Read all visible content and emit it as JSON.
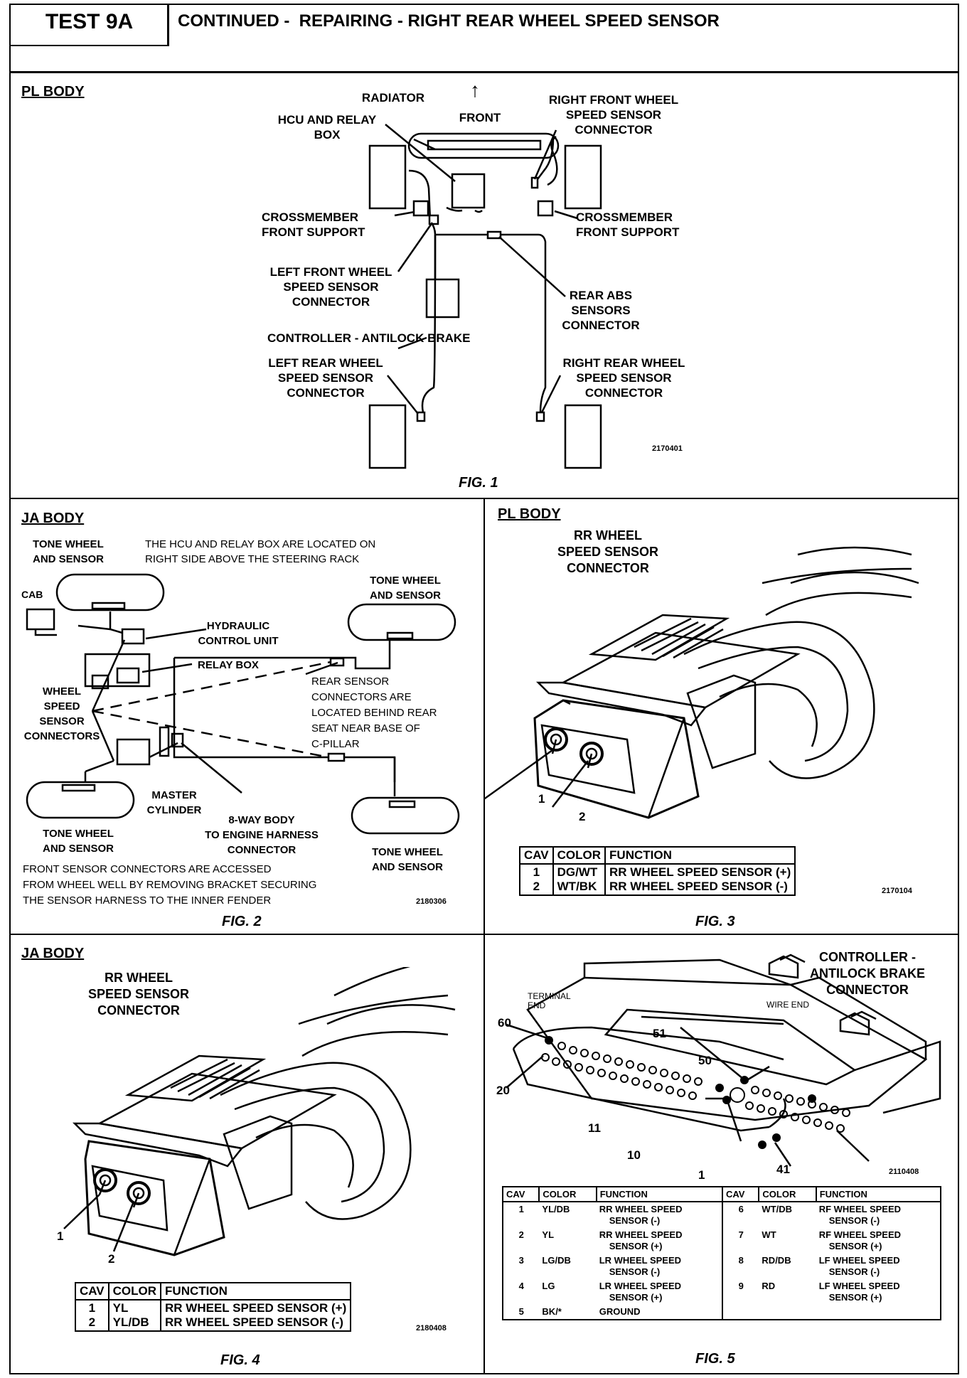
{
  "header": {
    "test_id": "TEST 9A",
    "title": "CONTINUED -  REPAIRING - RIGHT REAR WHEEL SPEED SENSOR"
  },
  "fig1": {
    "section": "PL BODY",
    "caption": "FIG. 1",
    "image_id": "2170401",
    "labels": {
      "radiator": "RADIATOR",
      "front": "FRONT",
      "front_arrow": "↑",
      "hcu": [
        "HCU AND RELAY",
        "BOX"
      ],
      "rf_sensor": [
        "RIGHT FRONT WHEEL",
        "SPEED SENSOR",
        "CONNECTOR"
      ],
      "cross_left": [
        "CROSSMEMBER",
        "FRONT SUPPORT"
      ],
      "cross_right": [
        "CROSSMEMBER",
        "FRONT SUPPORT"
      ],
      "lf_sensor": [
        "LEFT FRONT WHEEL",
        "SPEED SENSOR",
        "CONNECTOR"
      ],
      "rear_abs": [
        "REAR ABS",
        "SENSORS",
        "CONNECTOR"
      ],
      "controller": "CONTROLLER - ANTILOCK BRAKE",
      "lr_sensor": [
        "LEFT REAR WHEEL",
        "SPEED SENSOR",
        "CONNECTOR"
      ],
      "rr_sensor": [
        "RIGHT REAR WHEEL",
        "SPEED SENSOR",
        "CONNECTOR"
      ]
    }
  },
  "fig2": {
    "section": "JA BODY",
    "caption": "FIG. 2",
    "image_id": "2180306",
    "labels": {
      "tone_tl": [
        "TONE WHEEL",
        "AND SENSOR"
      ],
      "note_top": [
        "THE HCU AND RELAY BOX ARE LOCATED ON",
        "RIGHT SIDE ABOVE THE STEERING RACK"
      ],
      "tone_tr": [
        "TONE WHEEL",
        "AND SENSOR"
      ],
      "cab": "CAB",
      "hcu": [
        "HYDRAULIC",
        "CONTROL UNIT"
      ],
      "relay": "RELAY BOX",
      "wheel_speed": [
        "WHEEL",
        "SPEED",
        "SENSOR",
        "CONNECTORS"
      ],
      "rear_note": [
        "REAR SENSOR",
        "CONNECTORS ARE",
        "LOCATED BEHIND REAR",
        "SEAT NEAR BASE OF",
        "C-PILLAR"
      ],
      "master": [
        "MASTER",
        "CYLINDER"
      ],
      "eight_way": [
        "8-WAY BODY",
        "TO ENGINE HARNESS",
        "CONNECTOR"
      ],
      "tone_bl": [
        "TONE WHEEL",
        "AND SENSOR"
      ],
      "tone_br": [
        "TONE WHEEL",
        "AND SENSOR"
      ],
      "note_bottom": [
        "FRONT SENSOR CONNECTORS ARE ACCESSED",
        "FROM WHEEL WELL BY REMOVING BRACKET SECURING",
        "THE SENSOR HARNESS TO THE INNER FENDER"
      ]
    }
  },
  "fig3": {
    "section": "PL BODY",
    "caption": "FIG. 3",
    "image_id": "2170104",
    "title": [
      "RR WHEEL",
      "SPEED SENSOR",
      "CONNECTOR"
    ],
    "pin1": "1",
    "pin2": "2",
    "table": {
      "headers": [
        "CAV",
        "COLOR",
        "FUNCTION"
      ],
      "rows": [
        [
          "1",
          "DG/WT",
          "RR WHEEL SPEED SENSOR (+)"
        ],
        [
          "2",
          "WT/BK",
          "RR WHEEL SPEED SENSOR (-)"
        ]
      ]
    }
  },
  "fig4": {
    "section": "JA BODY",
    "caption": "FIG. 4",
    "image_id": "2180408",
    "title": [
      "RR WHEEL",
      "SPEED SENSOR",
      "CONNECTOR"
    ],
    "pin1": "1",
    "pin2": "2",
    "table": {
      "headers": [
        "CAV",
        "COLOR",
        "FUNCTION"
      ],
      "rows": [
        [
          "1",
          "YL",
          "RR WHEEL SPEED SENSOR (+)"
        ],
        [
          "2",
          "YL/DB",
          "RR WHEEL SPEED SENSOR (-)"
        ]
      ]
    }
  },
  "fig5": {
    "caption": "FIG. 5",
    "image_id": "2110408",
    "title": [
      "CONTROLLER -",
      "ANTILOCK BRAKE",
      "CONNECTOR"
    ],
    "terminal_end": [
      "TERMINAL",
      "END"
    ],
    "wire_end": "WIRE END",
    "pins": {
      "p60": "60",
      "p20": "20",
      "p51": "51",
      "p50": "50",
      "p11": "11",
      "p10": "10",
      "p1": "1",
      "p41": "41"
    },
    "table": {
      "headers": [
        "CAV",
        "COLOR",
        "FUNCTION",
        "CAV",
        "COLOR",
        "FUNCTION"
      ],
      "rows": [
        [
          "1",
          "YL/DB",
          "RR WHEEL SPEED",
          "SENSOR (-)",
          "6",
          "WT/DB",
          "RF WHEEL SPEED",
          "SENSOR (-)"
        ],
        [
          "2",
          "YL",
          "RR WHEEL SPEED",
          "SENSOR (+)",
          "7",
          "WT",
          "RF WHEEL SPEED",
          "SENSOR (+)"
        ],
        [
          "3",
          "LG/DB",
          "LR WHEEL SPEED",
          "SENSOR (-)",
          "8",
          "RD/DB",
          "LF WHEEL SPEED",
          "SENSOR (-)"
        ],
        [
          "4",
          "LG",
          "LR WHEEL SPEED",
          "SENSOR (+)",
          "9",
          "RD",
          "LF WHEEL SPEED",
          "SENSOR (+)"
        ],
        [
          "5",
          "BK/*",
          "GROUND",
          "",
          "",
          "",
          "",
          ""
        ]
      ]
    }
  }
}
